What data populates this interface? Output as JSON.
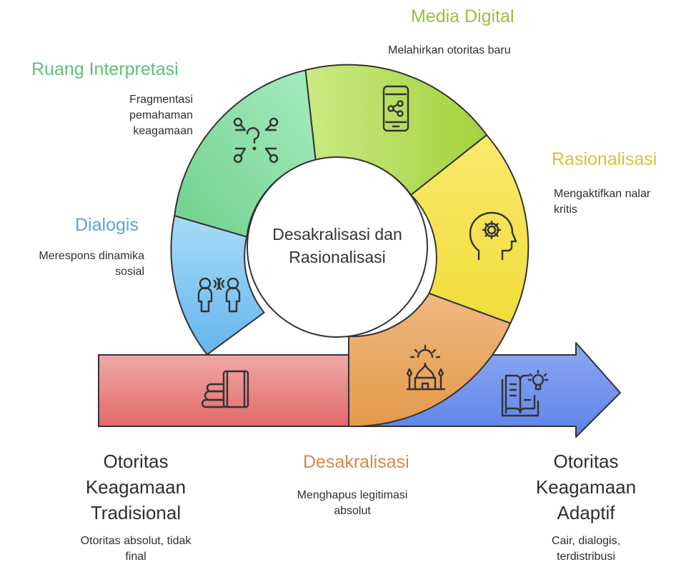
{
  "center": {
    "line1": "Desakralisasi dan",
    "line2": "Rasionalisasi"
  },
  "stages": {
    "media_digital": {
      "title": "Media Digital",
      "desc": "Melahirkan otoritas baru",
      "icon": "smartphone-share-icon",
      "color": "#9cbf3b"
    },
    "ruang_interpretasi": {
      "title": "Ruang Interpretasi",
      "desc": [
        "Fragmentasi",
        "pemahaman",
        "keagamaan"
      ],
      "icon": "question-network-icon",
      "color": "#5fbf7a"
    },
    "rasionalisasi": {
      "title": "Rasionalisasi",
      "desc": [
        "Mengaktifkan nalar",
        "kritis"
      ],
      "icon": "head-gear-icon",
      "color": "#d6c33a"
    },
    "dialogis": {
      "title": "Dialogis",
      "desc": [
        "Merespons dinamika",
        "sosial"
      ],
      "icon": "two-people-talking-icon",
      "color": "#5aa3d6"
    },
    "desakralisasi": {
      "title": "Desakralisasi",
      "desc": [
        "Menghapus legitimasi",
        "absolut"
      ],
      "icon": "mosque-sun-icon",
      "color": "#d08a4e"
    }
  },
  "endpoints": {
    "tradisional": {
      "title": [
        "Otoritas",
        "Keagamaan",
        "Tradisional"
      ],
      "desc": [
        "Otoritas absolut, tidak",
        "final"
      ],
      "icon": "stacked-books-icon"
    },
    "adaptif": {
      "title": [
        "Otoritas",
        "Keagamaan",
        "Adaptif"
      ],
      "desc": [
        "Cair, dialogis,",
        "terdistribusi"
      ],
      "icon": "book-lightbulb-icon"
    }
  }
}
